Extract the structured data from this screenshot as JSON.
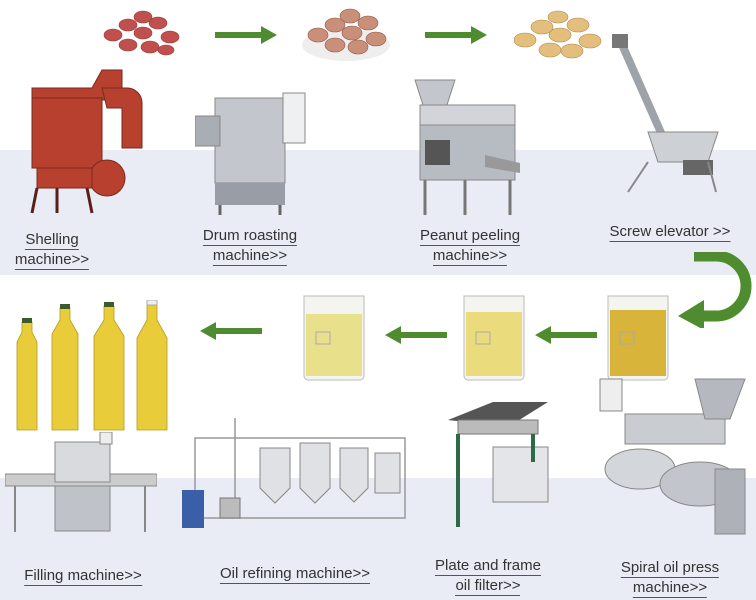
{
  "colors": {
    "arrow": "#4e8c2f",
    "band": "#e9ebf5",
    "peanut_red": "#c0504d",
    "peanut_tan": "#d9b27a",
    "oil": "#e3d35a",
    "shelling_red": "#b8402e",
    "steel": "#b9bcc2"
  },
  "top_row": [
    {
      "line1": "Shelling",
      "line2": "machine>>"
    },
    {
      "line1": "Drum roasting",
      "line2": "machine>>"
    },
    {
      "line1": "Peanut peeling",
      "line2": "machine>>"
    },
    {
      "line1": "Screw elevator >>"
    }
  ],
  "bottom_row": [
    {
      "line1": "Filling machine>>"
    },
    {
      "line1": "Oil refining machine>>"
    },
    {
      "line1": "Plate and frame",
      "line2": "oil filter>>"
    },
    {
      "line1": "Spiral oil press",
      "line2": "machine>>"
    }
  ],
  "icons": [
    "red-peanuts-icon",
    "roasted-peanuts-icon",
    "peeled-peanuts-icon",
    "arrow-right-icon",
    "arrow-left-icon",
    "u-turn-arrow-icon",
    "oil-beaker-icon",
    "oil-bottle-icon"
  ]
}
